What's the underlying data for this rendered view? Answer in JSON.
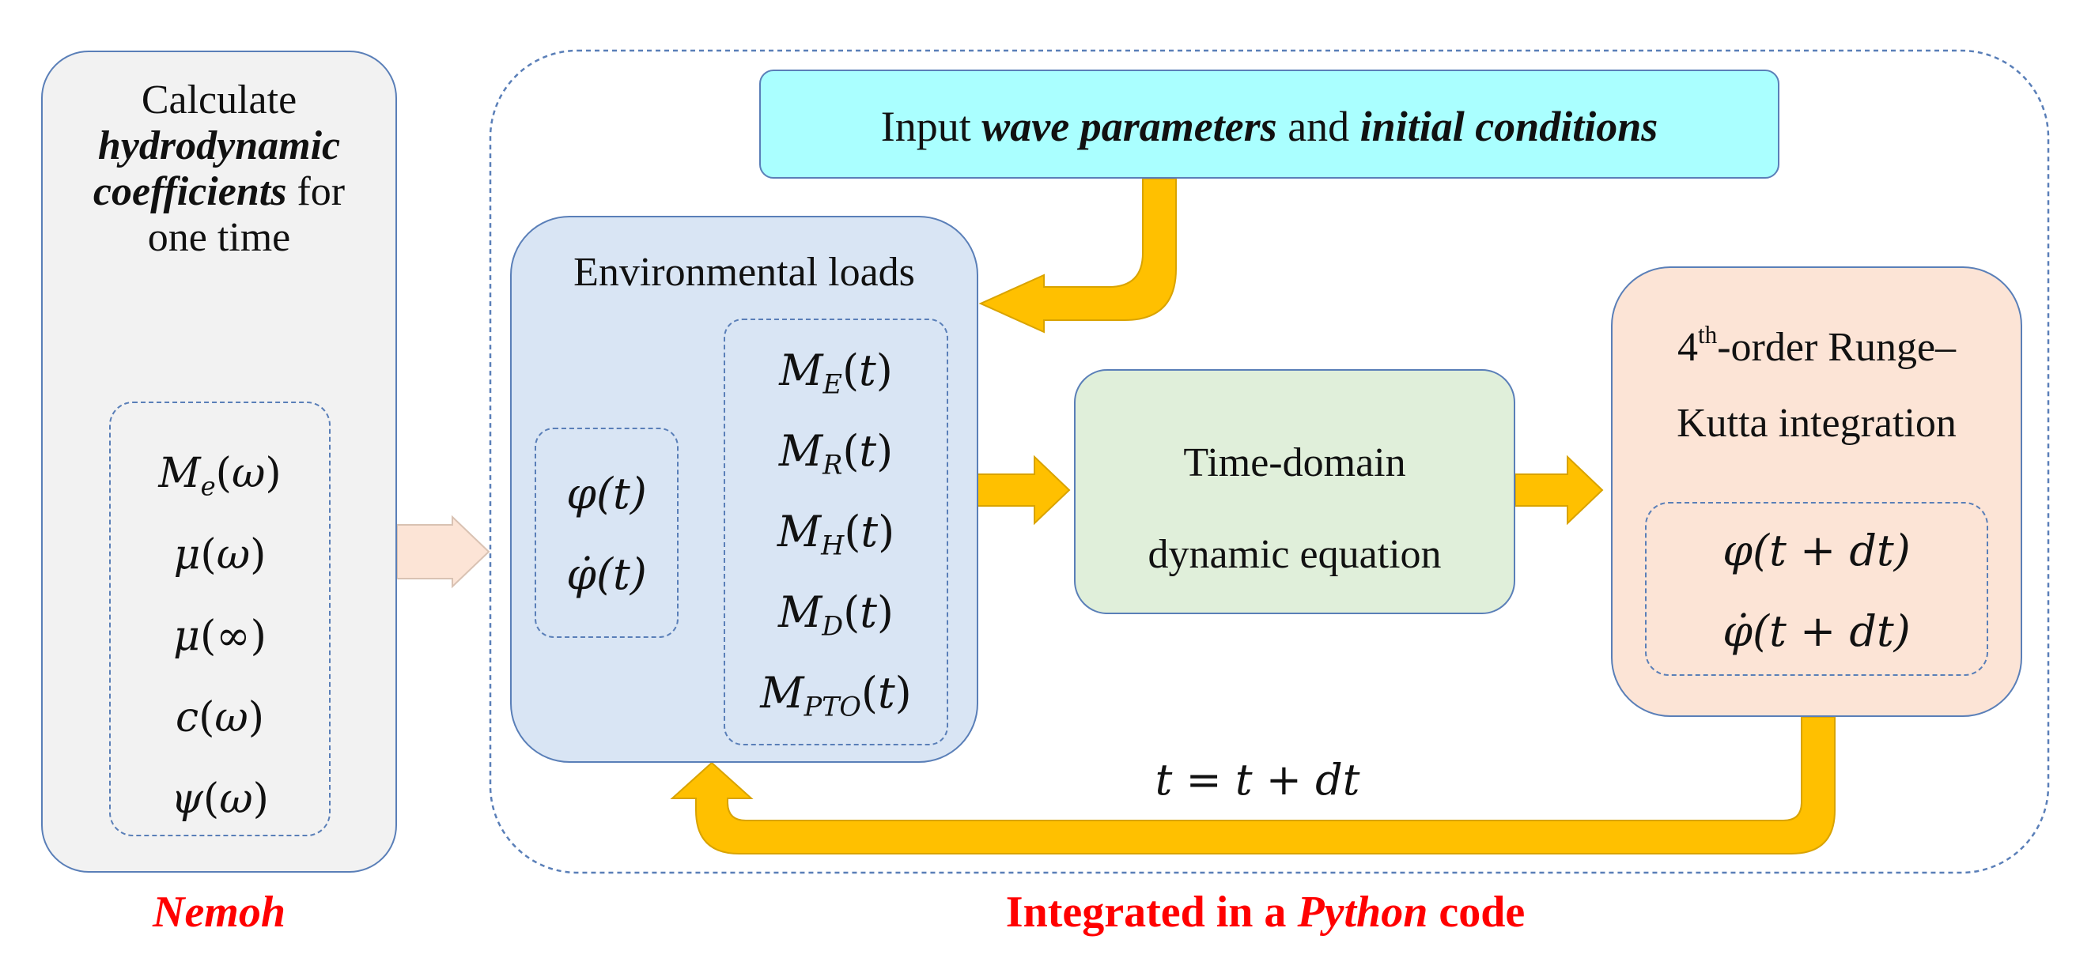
{
  "nemoh": {
    "title_line1": "Calculate",
    "title_bold1": "hydrodynamic",
    "title_bold2": "coefficients",
    "title_line3_rest": " for",
    "title_line4": "one time",
    "coefficients": [
      {
        "sym": "M",
        "sub": "e",
        "arg": "ω"
      },
      {
        "sym": "μ",
        "sub": "",
        "arg": "ω"
      },
      {
        "sym": "μ",
        "sub": "",
        "arg": "∞"
      },
      {
        "sym": "c",
        "sub": "",
        "arg": "ω"
      },
      {
        "sym": "ψ",
        "sub": "",
        "arg": "ω"
      }
    ],
    "caption": "Nemoh"
  },
  "input": {
    "prefix": "Input ",
    "bold1": "wave parameters",
    "mid": " and ",
    "bold2": "initial conditions"
  },
  "env": {
    "title": "Environmental loads",
    "state": [
      "φ(t)",
      "φ̇(t)"
    ],
    "loads": [
      {
        "sym": "M",
        "sub": "E",
        "arg": "t"
      },
      {
        "sym": "M",
        "sub": "R",
        "arg": "t"
      },
      {
        "sym": "M",
        "sub": "H",
        "arg": "t"
      },
      {
        "sym": "M",
        "sub": "D",
        "arg": "t"
      },
      {
        "sym": "M",
        "sub": "PTO",
        "arg": "t"
      }
    ]
  },
  "time_domain": {
    "line1": "Time-domain",
    "line2": "dynamic equation"
  },
  "rk": {
    "line1_sup_base": "4",
    "line1_sup": "th",
    "line1_rest": "-order Runge–",
    "line2": "Kutta integration",
    "outputs": [
      "φ(t + dt)",
      "φ̇(t + dt)"
    ]
  },
  "loop_label": "t = t + dt",
  "python_caption": {
    "prefix": "Integrated in a ",
    "italic": "Python",
    "suffix": " code"
  },
  "colors": {
    "outline_blue": "#5a7fb8",
    "nemoh_fill": "#f2f2f2",
    "input_fill": "#aaffff",
    "env_fill": "#d9e5f4",
    "td_fill": "#e0efda",
    "rk_fill": "#fce4d6",
    "arrow_gold": "#ffc000",
    "arrow_gold_edge": "#d9a300",
    "arrow_peach": "#fce4d6",
    "small_arrow": "#2e75b6",
    "caption_red": "#ff0000"
  }
}
